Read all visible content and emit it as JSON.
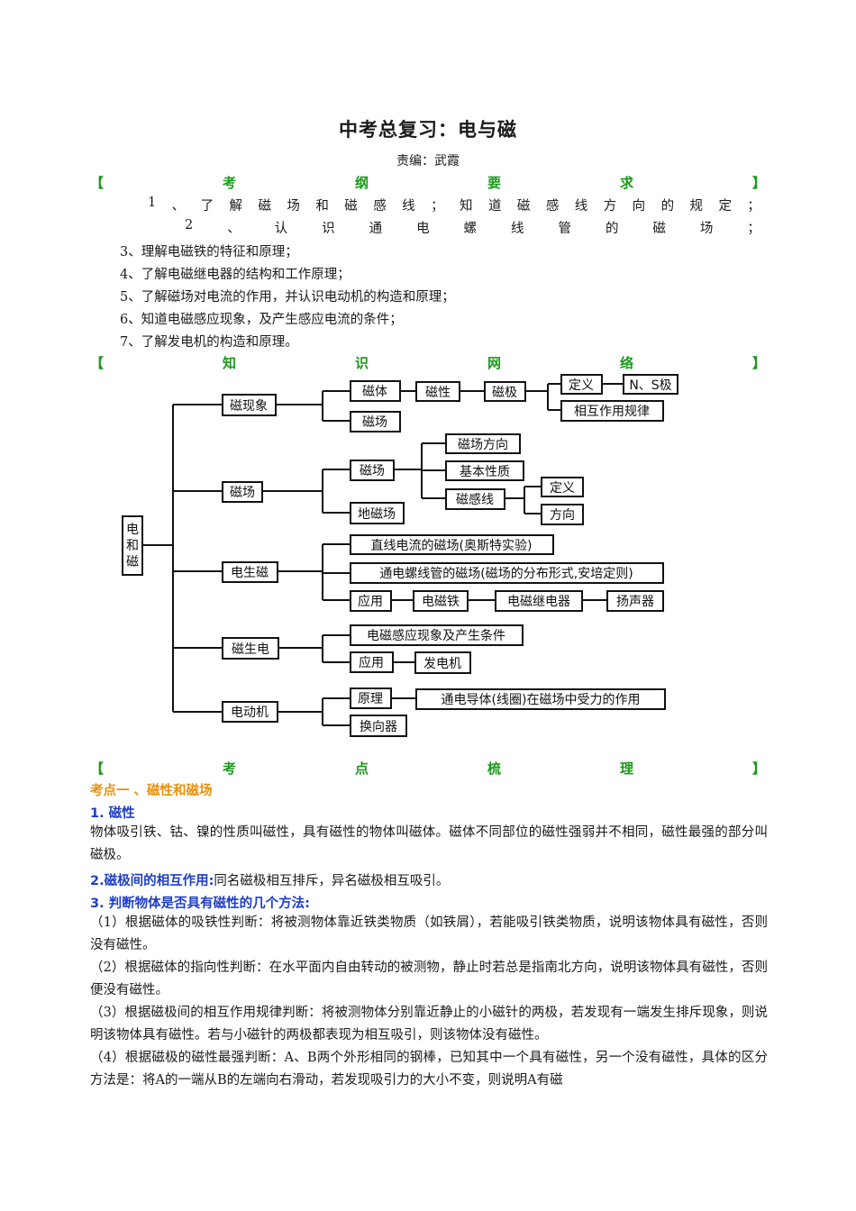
{
  "title": "中考总复习：电与磁",
  "author": "责编：武霞",
  "sections": {
    "requirements": [
      "【",
      "考",
      "纲",
      "要",
      "求",
      "】"
    ],
    "network": [
      "【",
      "知",
      "识",
      "网",
      "络",
      "】"
    ],
    "points": [
      "【",
      "考",
      "点",
      "梳",
      "理",
      "】"
    ]
  },
  "requirements": {
    "line1": [
      "1",
      "、",
      "了",
      "解",
      "磁",
      "场",
      "和",
      "磁",
      "感",
      "线",
      "；",
      "知",
      "道",
      "磁",
      "感",
      "线",
      "方",
      "向",
      "的",
      "规",
      "定",
      "；"
    ],
    "line2": [
      "2",
      "、",
      "认",
      "识",
      "通",
      "电",
      "螺",
      "线",
      "管",
      "的",
      "磁",
      "场",
      "；"
    ],
    "items": [
      "3、理解电磁铁的特征和原理；",
      "4、了解电磁继电器的结构和工作原理；",
      "5、了解磁场对电流的作用，并认识电动机的构造和原理；",
      "6、知道电磁感应现象，及产生感应电流的条件；",
      "7、了解发电机的构造和原理。"
    ]
  },
  "diagram": {
    "root": "电和磁",
    "n1": "磁现象",
    "n1a": "磁体",
    "n1b": "磁性",
    "n1c": "磁极",
    "n1d": "定义",
    "n1e": "N、S极",
    "n1f": "相互作用规律",
    "n1g": "磁场",
    "n2": "磁场",
    "n2a": "磁场",
    "n2b": "磁场方向",
    "n2c": "基本性质",
    "n2d": "磁感线",
    "n2e": "定义",
    "n2f": "方向",
    "n2g": "地磁场",
    "n3": "电生磁",
    "n3a": "直线电流的磁场(奥斯特实验)",
    "n3b": "通电螺线管的磁场(磁场的分布形式,安培定则)",
    "n3c": "应用",
    "n3d": "电磁铁",
    "n3e": "电磁继电器",
    "n3f": "扬声器",
    "n4": "磁生电",
    "n4a": "电磁感应现象及产生条件",
    "n4b": "应用",
    "n4c": "发电机",
    "n5": "电动机",
    "n5a": "原理",
    "n5b": "通电导体(线圈)在磁场中受力的作用",
    "n5c": "换向器"
  },
  "content": {
    "point1": "考点一 、磁性和磁场",
    "h1": "1. 磁性",
    "p1": "物体吸引铁、钴、镍的性质叫磁性，具有磁性的物体叫磁体。磁体不同部位的磁性强弱并不相同，磁性最强的部分叫磁极。",
    "h2": "2.磁极间的相互作用:",
    "p2": "同名磁极相互排斥，异名磁极相互吸引。",
    "h3": "3. 判断物体是否具有磁性的几个方法:",
    "m1": "（1）根据磁体的吸铁性判断：将被测物体靠近铁类物质（如铁屑），若能吸引铁类物质，说明该物体具有磁性，否则没有磁性。",
    "m2": "（2）根据磁体的指向性判断：在水平面内自由转动的被测物，静止时若总是指南北方向，说明该物体具有磁性，否则便没有磁性。",
    "m3": "（3）根据磁极间的相互作用规律判断：将被测物体分别靠近静止的小磁针的两极，若发现有一端发生排斥现象，则说明该物体具有磁性。若与小磁针的两极都表现为相互吸引，则该物体没有磁性。",
    "m4": "（4）根据磁极的磁性最强判断：A、B两个外形相同的钢棒，已知其中一个具有磁性，另一个没有磁性，具体的区分方法是：将A的一端从B的左端向右滑动，若发现吸引力的大小不变，则说明A有磁"
  },
  "colors": {
    "section": "#1a9a1a",
    "orange": "#e8900c",
    "blue": "#1e3ec8"
  }
}
